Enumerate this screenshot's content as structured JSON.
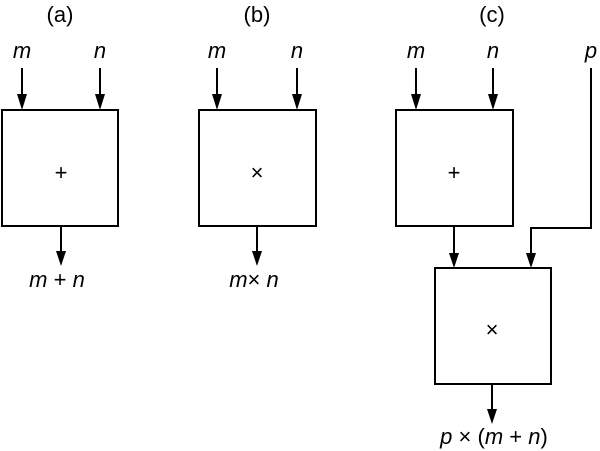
{
  "panels": {
    "a": {
      "label": "(a)",
      "inputs": [
        "m",
        "n"
      ],
      "operator": "+",
      "output": {
        "left": "m",
        "op": " + ",
        "right": "n"
      }
    },
    "b": {
      "label": "(b)",
      "inputs": [
        "m",
        "n"
      ],
      "operator": "×",
      "output": {
        "left": "m",
        "op": "× ",
        "right": "n"
      }
    },
    "c": {
      "label": "(c)",
      "inputs": [
        "m",
        "n",
        "p"
      ],
      "operator_top": "+",
      "operator_bottom": "×",
      "output": {
        "p": "p",
        "times": " × (",
        "m": "m",
        "plus": " + ",
        "n": "n",
        "close": ")"
      }
    }
  }
}
